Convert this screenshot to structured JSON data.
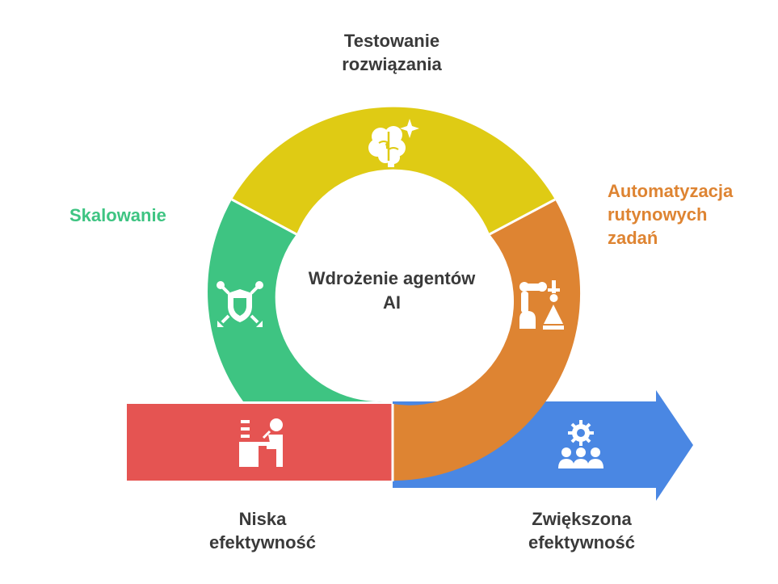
{
  "center": {
    "title_lines": [
      "Wdrożenie agentów",
      "AI"
    ]
  },
  "stages": [
    {
      "id": "testing",
      "label_lines": [
        "Testowanie",
        "rozwiązania"
      ],
      "color": "#DFCB14",
      "icon": "brain-sparkle-icon"
    },
    {
      "id": "automation",
      "label_lines": [
        "Automatyzacja",
        "rutynowych",
        "zadań"
      ],
      "color": "#DE8432",
      "icon": "robot-arm-icon"
    },
    {
      "id": "scaling",
      "label_lines": [
        "Skalowanie"
      ],
      "color": "#3EC482",
      "icon": "shield-network-icon"
    }
  ],
  "start": {
    "label_lines": [
      "Niska",
      "efektywność"
    ],
    "color": "#E55452",
    "icon": "person-at-desk-icon"
  },
  "end": {
    "label_lines": [
      "Zwiększona",
      "efektywność"
    ],
    "color": "#4A87E3",
    "icon": "team-gear-icon"
  },
  "colors": {
    "label_dark": "#3a3a3a",
    "white": "#ffffff"
  }
}
